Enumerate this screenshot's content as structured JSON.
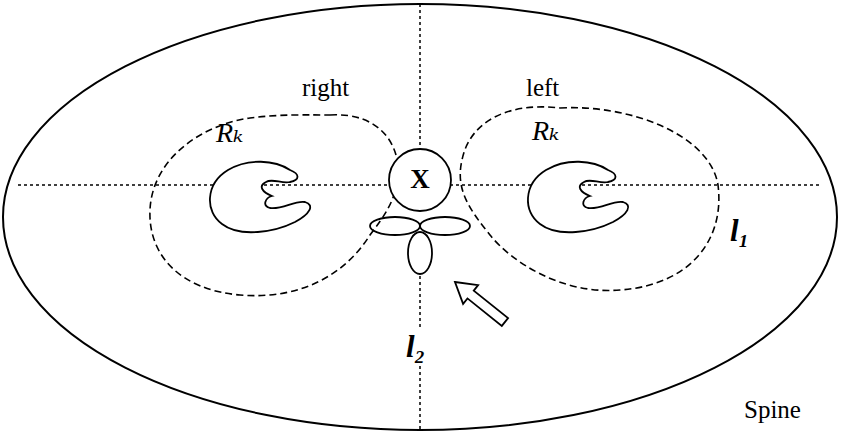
{
  "diagram": {
    "nodes": [
      {
        "text": [
          "Rₖ"
        ]
      },
      {
        "text": [
          "Rₖ"
        ]
      },
      {
        "text": [
          "X"
        ]
      }
    ],
    "labels": [
      "right",
      "left",
      "l₁",
      "l₂",
      "Spine"
    ]
  }
}
